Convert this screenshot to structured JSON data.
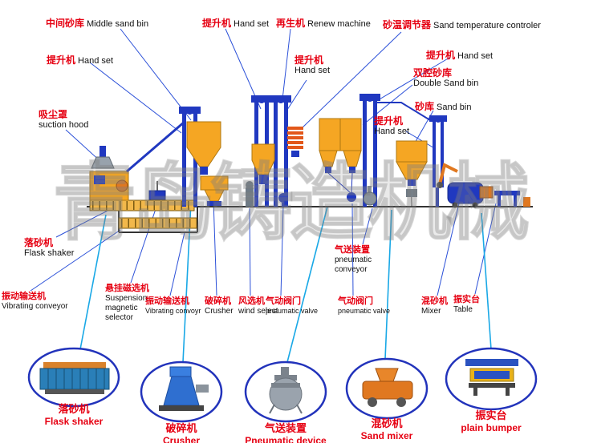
{
  "watermark": "青岛铸造机械",
  "labels": {
    "middle_sand_bin": {
      "zh": "中间砂库",
      "en": "Middle sand bin"
    },
    "hand_set_top": {
      "zh": "提升机",
      "en": "Hand set"
    },
    "renew_machine": {
      "zh": "再生机",
      "en": "Renew machine"
    },
    "sand_temp": {
      "zh": "砂温调节器",
      "en": "Sand temperature controler"
    },
    "hand_set_left": {
      "zh": "提升机",
      "en": "Hand set"
    },
    "hand_set_mid": {
      "zh": "提升机",
      "en": "Hand set"
    },
    "hand_set_right_top": {
      "zh": "提升机",
      "en": "Hand set"
    },
    "double_sand_bin": {
      "zh": "双腔砂库",
      "en": "Double Sand bin"
    },
    "sand_bin": {
      "zh": "砂库",
      "en": "Sand bin"
    },
    "suction_hood": {
      "zh": "吸尘罩",
      "en": "suction hood"
    },
    "hand_set_right_mid": {
      "zh": "提升机",
      "en": "Hand set"
    },
    "flask_shaker": {
      "zh": "落砂机",
      "en": "Flask shaker"
    },
    "pneumatic_conveyor": {
      "zh": "气送装置",
      "en": "pneumatic conveyor"
    },
    "vibrating_conveyor_1": {
      "zh": "振动输送机",
      "en": "Vibrating conveyor"
    },
    "suspension_magnetic_selector": {
      "zh": "悬挂磁选机",
      "en": "Suspension magnetic selector"
    },
    "vibrating_conveyor_2": {
      "zh": "振动输送机",
      "en": "Vibrating convoyr"
    },
    "crusher": {
      "zh": "破碎机",
      "en": "Crusher"
    },
    "wind_select": {
      "zh": "风选机",
      "en": "wind select"
    },
    "pneumatic_valve_1": {
      "zh": "气动阀门",
      "en": "pneumatic valve"
    },
    "pneumatic_valve_2": {
      "zh": "气动阀门",
      "en": "pneumatic valve"
    },
    "mixer": {
      "zh": "混砂机",
      "en": "Mixer"
    },
    "table": {
      "zh": "振实台",
      "en": "Table"
    }
  },
  "gallery": [
    {
      "zh": "落砂机",
      "en": "Flask shaker"
    },
    {
      "zh": "破碎机",
      "en": "Crusher"
    },
    {
      "zh": "气送装置",
      "en": "Pneumatic device"
    },
    {
      "zh": "混砂机",
      "en": "Sand mixer"
    },
    {
      "zh": "振实台",
      "en": "plain bumper"
    }
  ],
  "colors": {
    "label_zh": "#e60012",
    "label_en": "#111111",
    "leader_line": "#2b50d8",
    "connector_line": "#19a8e6",
    "equipment_blue": "#2038c0",
    "equipment_yellow": "#f5a623",
    "oval_stroke": "#2233bb",
    "ground": "#333333"
  }
}
